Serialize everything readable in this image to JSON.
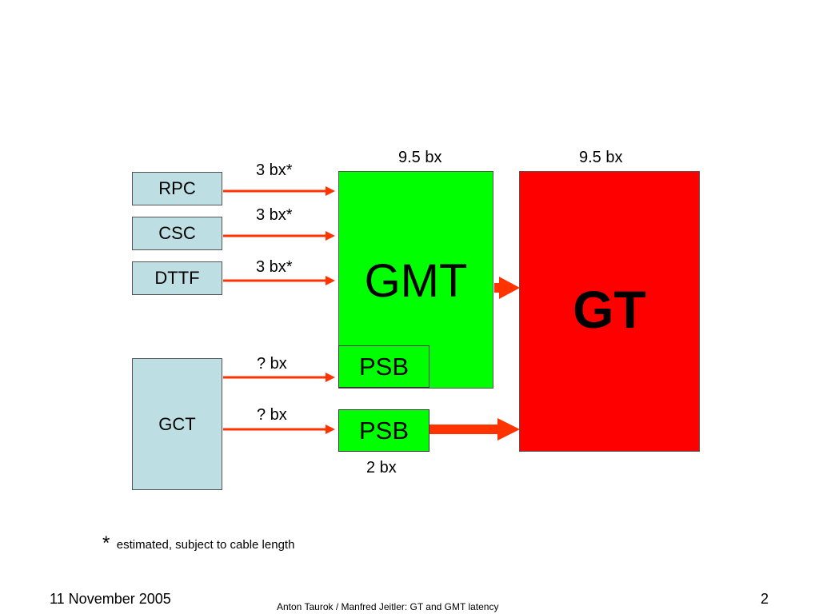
{
  "colors": {
    "source_fill": "#bddfe3",
    "gmt_fill": "#00ff00",
    "gt_fill": "#ff0000",
    "arrow": "#ff3300"
  },
  "sources": {
    "rpc": "RPC",
    "csc": "CSC",
    "dttf": "DTTF",
    "gct": "GCT"
  },
  "blocks": {
    "gmt": "GMT",
    "gt": "GT",
    "psb_inner": "PSB",
    "psb_outer": "PSB"
  },
  "labels": {
    "rpc_latency": "3 bx*",
    "csc_latency": "3 bx*",
    "dttf_latency": "3 bx*",
    "gct_latency_1": "? bx",
    "gct_latency_2": "? bx",
    "gmt_latency": "9.5 bx",
    "gt_latency": "9.5 bx",
    "psb_latency": "2 bx"
  },
  "footnote": {
    "star": "*",
    "text": "estimated, subject to cable length"
  },
  "footer": {
    "date": "11 November 2005",
    "authors": "Anton Taurok / Manfred Jeitler:  GT and GMT latency",
    "page": "2"
  }
}
